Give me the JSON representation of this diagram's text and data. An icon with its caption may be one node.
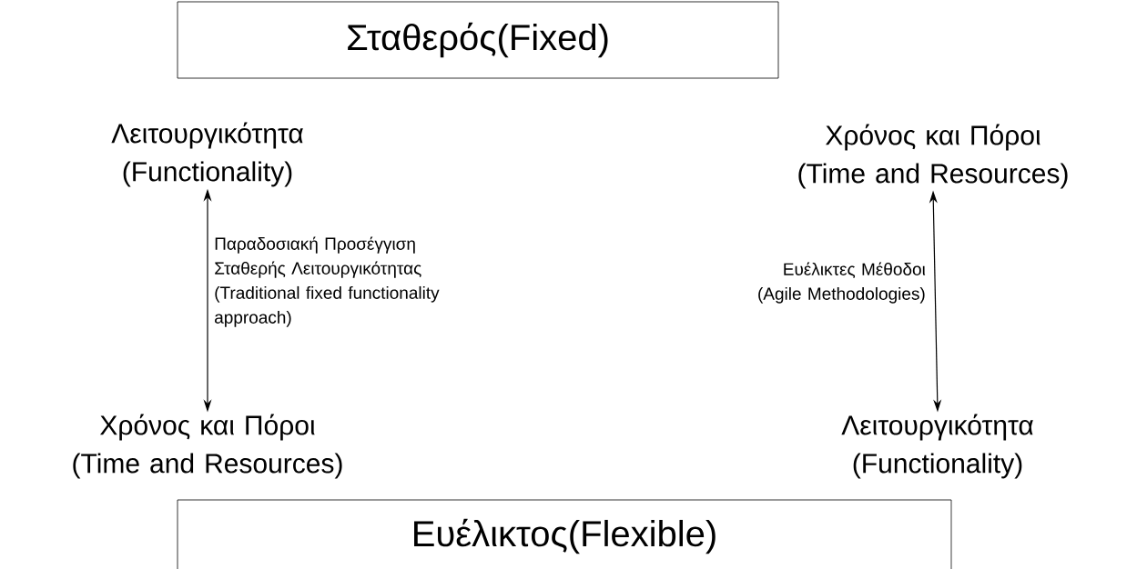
{
  "diagram": {
    "nodes": [
      {
        "text": [
          "Σταθερός(Fixed)"
        ]
      },
      {
        "text": [
          "Λειτουργικότητα (Functionality)"
        ]
      },
      {
        "text": [
          "Χρόνος και Πόροι (Time and Resources)"
        ]
      },
      {
        "text": [
          "Χρόνος και Πόροι (Time and Resources)"
        ]
      },
      {
        "text": [
          "Λειτουργικότητα (Functionality)"
        ]
      },
      {
        "text": [
          "Ευέλικτος(Flexible)"
        ]
      }
    ],
    "edges": [
      {
        "from": 1,
        "to": 3,
        "arrow": "both",
        "label": "Παραδοσιακή Προσέγγιση Σταθερής Λειτουργικότητας (Traditional fixed functionality approach)"
      },
      {
        "from": 2,
        "to": 4,
        "arrow": "both",
        "label": "Ευέλικτες Μέθοδοι (Agile Methodologies)"
      }
    ]
  }
}
